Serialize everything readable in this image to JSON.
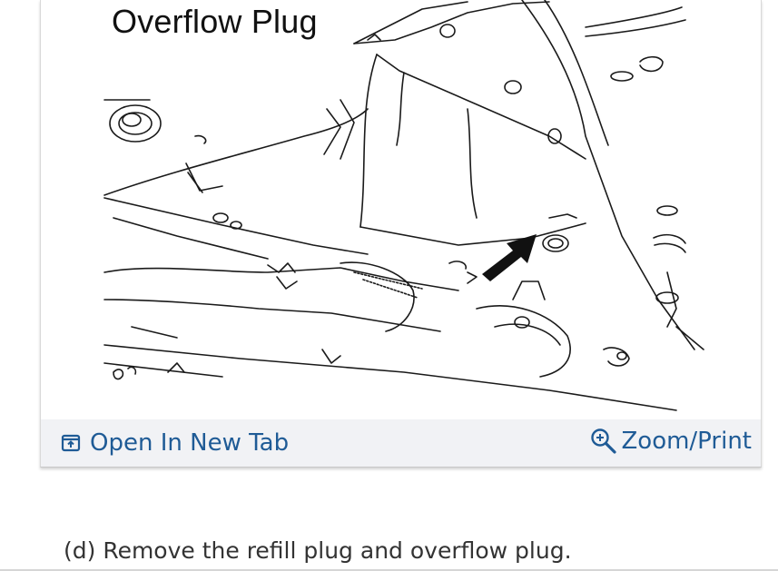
{
  "figure": {
    "title": "Overflow Plug",
    "illustration": "vehicle-underbody-line-drawing"
  },
  "toolbar": {
    "open_tab_label": "Open In New Tab",
    "zoom_label": "Zoom/Print",
    "open_tab_icon": "open-new-tab-icon",
    "zoom_icon": "zoom-in-icon",
    "link_color": "#1f5b96",
    "background_color": "#f1f2f5"
  },
  "content": {
    "step_text": "(d) Remove the refill plug and overflow plug."
  }
}
